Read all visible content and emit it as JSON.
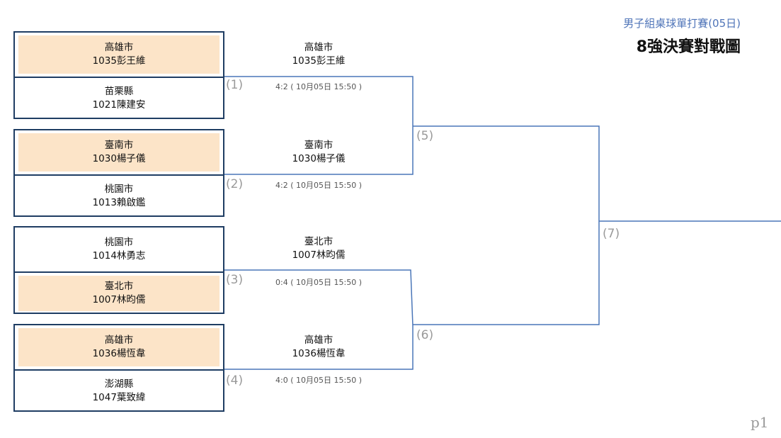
{
  "header": {
    "subtitle": "男子組桌球單打賽(05日)",
    "title": "8強決賽對戰圖"
  },
  "matches": [
    {
      "number": "(1)",
      "players": [
        {
          "city": "高雄市",
          "name": "1035彭王維",
          "winner": true
        },
        {
          "city": "苗栗縣",
          "name": "1021陳建安",
          "winner": false
        }
      ],
      "winner": {
        "city": "高雄市",
        "name": "1035彭王維"
      },
      "score": "4:2 ( 10月05日 15:50 )"
    },
    {
      "number": "(2)",
      "players": [
        {
          "city": "臺南市",
          "name": "1030楊子儀",
          "winner": true
        },
        {
          "city": "桃園市",
          "name": "1013賴啟鑑",
          "winner": false
        }
      ],
      "winner": {
        "city": "臺南市",
        "name": "1030楊子儀"
      },
      "score": "4:2 ( 10月05日 15:50 )"
    },
    {
      "number": "(3)",
      "players": [
        {
          "city": "桃園市",
          "name": "1014林勇志",
          "winner": false
        },
        {
          "city": "臺北市",
          "name": "1007林昀儒",
          "winner": true
        }
      ],
      "winner": {
        "city": "臺北市",
        "name": "1007林昀儒"
      },
      "score": "0:4 ( 10月05日 15:50 )"
    },
    {
      "number": "(4)",
      "players": [
        {
          "city": "高雄市",
          "name": "1036楊恆韋",
          "winner": true
        },
        {
          "city": "澎湖縣",
          "name": "1047葉致緯",
          "winner": false
        }
      ],
      "winner": {
        "city": "高雄市",
        "name": "1036楊恆韋"
      },
      "score": "4:0 ( 10月05日 15:50 )"
    }
  ],
  "later_rounds": {
    "semi_1": "(5)",
    "semi_2": "(6)",
    "final": "(7)"
  },
  "colors": {
    "winner_highlight": "#fce4c8",
    "bracket_line": "#4a76b8",
    "box_border": "#1f3d63",
    "subtitle": "#4f74b8"
  },
  "footer": {
    "page": "p1"
  }
}
